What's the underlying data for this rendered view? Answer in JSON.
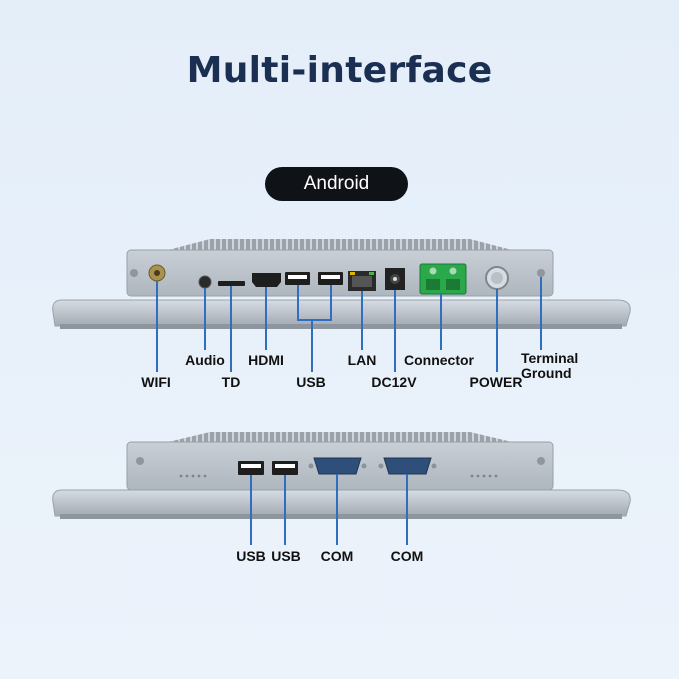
{
  "title": "Multi-interface",
  "badge": "Android",
  "panel1": {
    "labels": {
      "wifi": "WIFI",
      "audio": "Audio",
      "td": "TD",
      "hdmi": "HDMI",
      "usb": "USB",
      "lan": "LAN",
      "dc12v": "DC12V",
      "connector": "Connector",
      "power": "POWER",
      "terminal_ground": "Terminal\nGround"
    }
  },
  "panel2": {
    "labels": {
      "usb_1": "USB",
      "usb_2": "USB",
      "com_1": "COM",
      "com_2": "COM"
    }
  },
  "colors": {
    "accent_line": "#2f6fc0",
    "connector_green": "#2aa84a",
    "chassis": "#b6bec6"
  }
}
